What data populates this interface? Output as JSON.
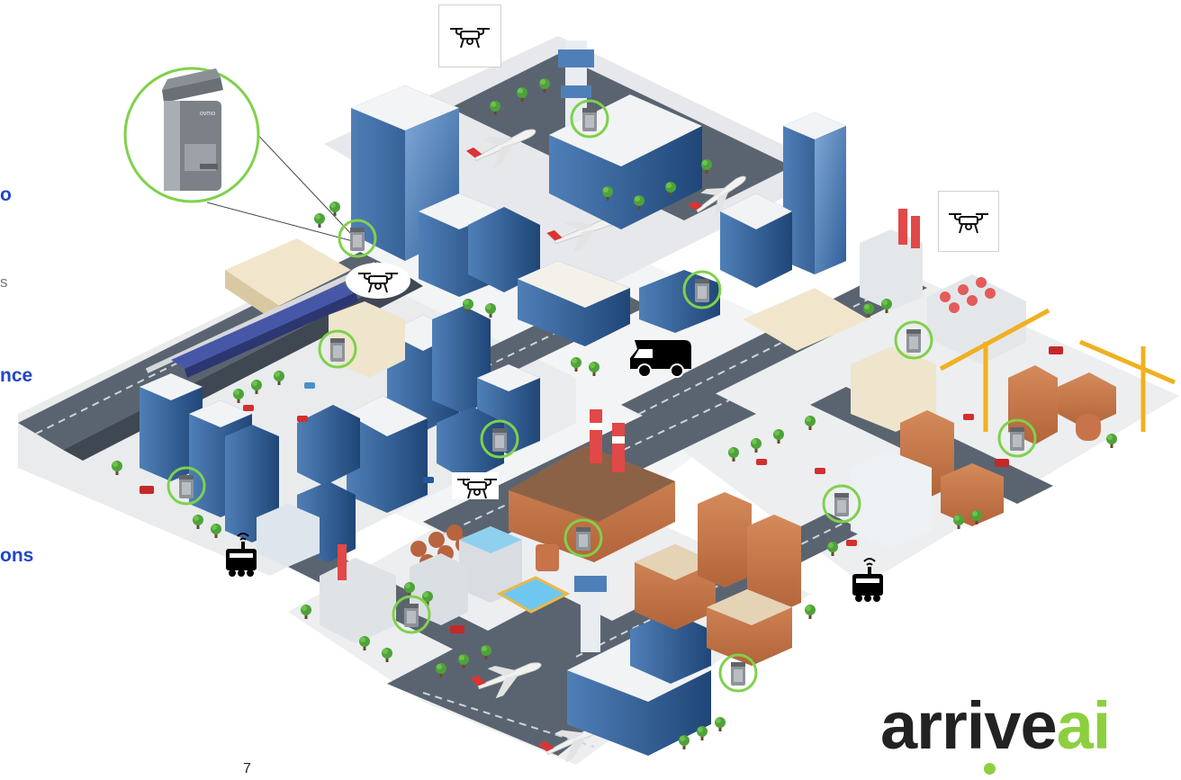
{
  "side_fragments": {
    "line1": "o",
    "line2": "s",
    "line3": "nce",
    "line4": "ons"
  },
  "page_number": "7",
  "logo": {
    "word1": "arrive",
    "word2": "ai"
  },
  "device_label": "ovmo",
  "colors": {
    "accent_blue": "#2146c7",
    "highlight_green": "#7fd14a",
    "logo_green": "#8dcf3f",
    "road": "#5a6470",
    "sidewalk": "#e4e7ea"
  },
  "icons": [
    "drone-icon",
    "van-icon",
    "robot-cart-icon",
    "edge-device-icon"
  ]
}
